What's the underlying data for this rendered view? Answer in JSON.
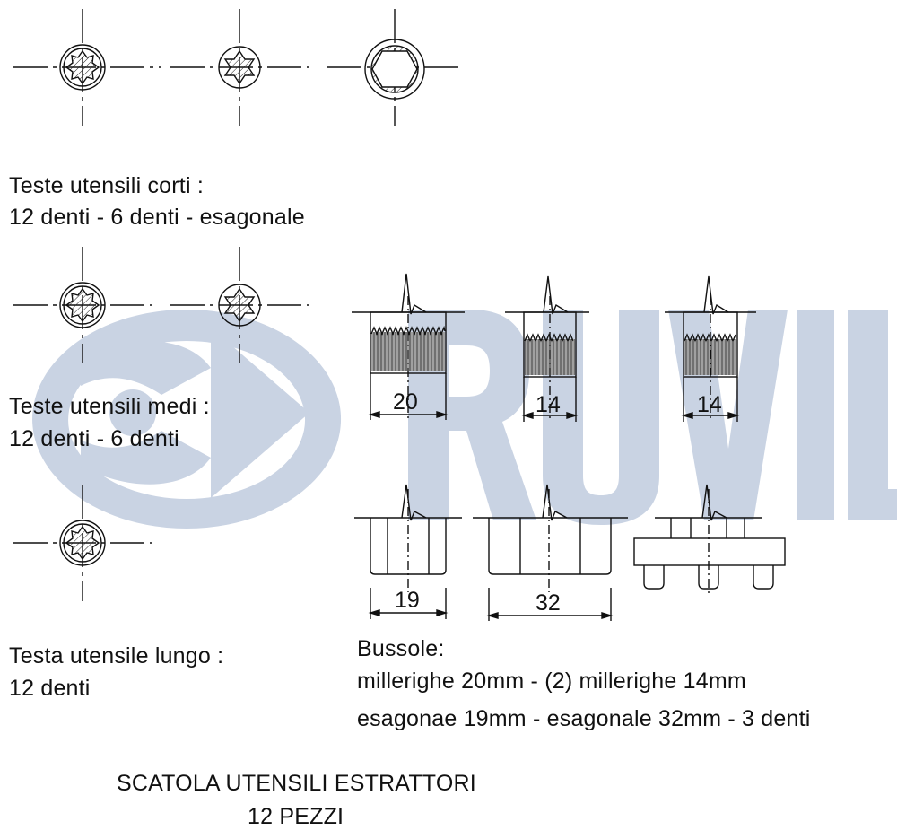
{
  "watermark": {
    "brand": "RUVILLE",
    "color": "#c9d3e3"
  },
  "captions": {
    "short_heads_title": "Teste utensili corti :",
    "short_heads_detail": "12 denti - 6 denti - esagonale",
    "medium_heads_title": "Teste utensili medi :",
    "medium_heads_detail": "12 denti - 6 denti",
    "long_head_title": "Testa utensile lungo :",
    "long_head_detail": "12 denti",
    "sockets_title": "Bussole:",
    "sockets_line1": "millerighe 20mm - (2) millerighe 14mm",
    "sockets_line2": "esagonae 19mm - esagonale 32mm - 3 denti"
  },
  "dimensions": {
    "d20": "20",
    "d14a": "14",
    "d14b": "14",
    "d19": "19",
    "d32": "32"
  },
  "footer": {
    "line1": "SCATOLA UTENSILI ESTRATTORI",
    "line2": "12 PEZZI"
  }
}
